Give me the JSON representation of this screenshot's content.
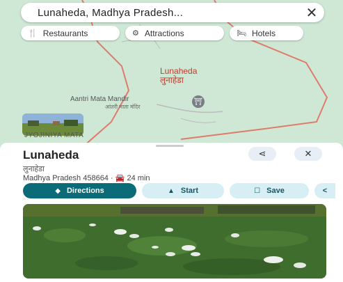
{
  "search": {
    "query": "Lunaheda, Madhya Pradesh...",
    "clear_icon": "close-icon"
  },
  "chips": [
    {
      "icon": "restaurant-icon",
      "label": "Restaurants"
    },
    {
      "icon": "attractions-icon",
      "label": "Attractions"
    },
    {
      "icon": "hotel-icon",
      "label": "Hotels"
    }
  ],
  "map": {
    "place_name_en": "Lunaheda",
    "place_name_hi": "लुनाहेडा",
    "poi_name_en": "Aantri Mata Mandir",
    "poi_name_hi": "आंतरी माता मंदिर",
    "village_label": "JYOJINIYA MATA"
  },
  "place": {
    "title": "Lunaheda",
    "title_local": "लुनाहेडा",
    "address": "Madhya Pradesh 458664",
    "separator": " · ",
    "travel_mode_icon": "car-icon",
    "travel_time": "24 min"
  },
  "actions": {
    "directions": "Directions",
    "start": "Start",
    "save": "Save"
  },
  "colors": {
    "primary": "#0b6b78",
    "accent_light": "#d6eef4",
    "boundary": "#e07a6a",
    "map_bg": "#cfe8d6"
  }
}
